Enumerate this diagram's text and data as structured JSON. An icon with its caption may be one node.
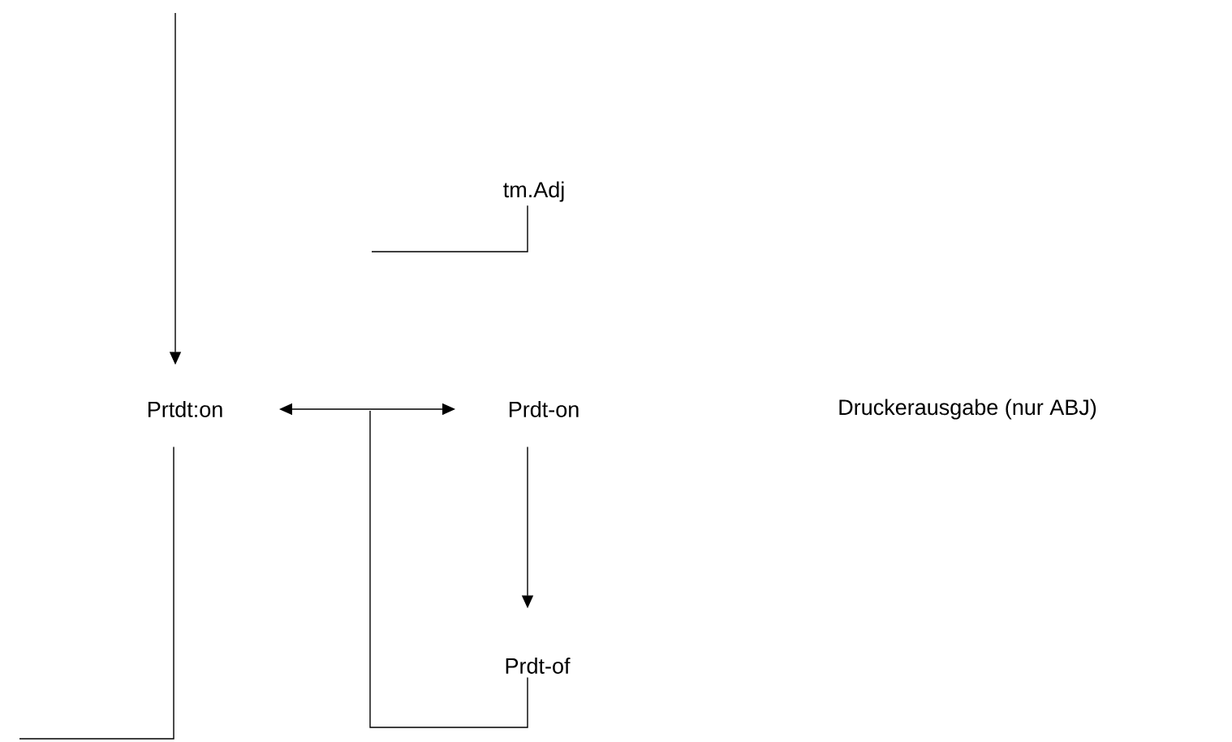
{
  "diagram": {
    "nodes": [
      {
        "text": [
          "Prtdt:on"
        ]
      },
      {
        "text": [
          "tm.Adj"
        ]
      },
      {
        "text": [
          "Prdt-on"
        ]
      },
      {
        "text": [
          "Prdt-of"
        ]
      }
    ],
    "edges": [
      {
        "from": null,
        "to": 0,
        "arrow": "to"
      },
      {
        "from": 0,
        "to": 2,
        "arrow": "both"
      },
      {
        "from": 2,
        "to": 3,
        "arrow": "to"
      },
      {
        "from": 3,
        "to": null,
        "arrow": "none"
      },
      {
        "from": 1,
        "to": null,
        "arrow": "none"
      },
      {
        "from": 0,
        "to": null,
        "arrow": "none"
      }
    ],
    "labels": [
      "Druckerausgabe (nur ABJ)"
    ]
  }
}
